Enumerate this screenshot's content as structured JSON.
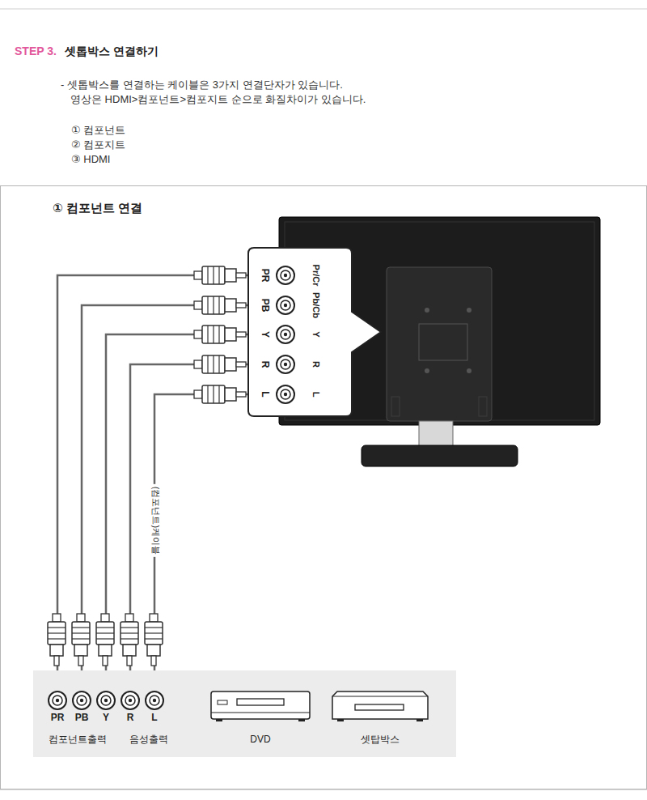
{
  "diagram": {
    "title": "셋톱박스 연결하기",
    "nodes": [
      {
        "text": [
          "① 컴포넌트 연결"
        ]
      },
      {
        "text": [
          "PR",
          "PB",
          "Y",
          "R",
          "L",
          "Pr/Cr",
          "Pb/Cb",
          "Y",
          "R",
          "L"
        ],
        "in": 0
      },
      {
        "text": [
          "PR",
          "PB",
          "Y",
          "R",
          "L",
          "컴포넌트출력",
          "음성출력"
        ],
        "in": 0
      },
      {
        "text": [
          "DVD"
        ],
        "in": 2
      },
      {
        "text": [
          "셋탑박스"
        ],
        "in": 2
      }
    ],
    "edges": [
      {
        "from": 2,
        "to": 1,
        "arrow": "none"
      },
      {
        "from": 2,
        "to": 1,
        "arrow": "none"
      },
      {
        "from": 2,
        "to": 1,
        "arrow": "none"
      },
      {
        "from": 2,
        "to": 1,
        "arrow": "none"
      },
      {
        "from": 2,
        "to": 1,
        "arrow": "none",
        "label": "(컴포넌트)케이블"
      }
    ],
    "labels": [
      "STEP 3.",
      "- 셋톱박스를 연결하는 케이블은 3가지 연결단자가 있습니다.",
      "영상은 HDMI>컴포넌트>컴포지트 순으로 화질차이가 있습니다.",
      "① 컴포넌트",
      "② 컴포지트",
      "③ HDMI"
    ]
  }
}
